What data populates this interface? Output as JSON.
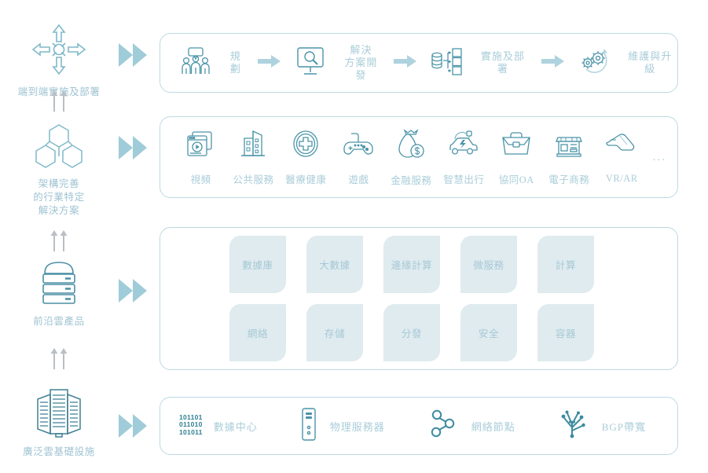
{
  "theme": {
    "line": "#4a94a8",
    "label": "#a9cdd9",
    "panel_border": "#bcd9e2",
    "tile_bg": "#dfebef",
    "chevron": "#9fccd8",
    "binary": "#2f7f93",
    "arrow_gray": "#b9bfc4"
  },
  "rail": {
    "items": [
      {
        "icon": "end-to-end-deployment-icon",
        "label": "端到端實施及部署"
      },
      {
        "icon": "architecture-blocks-icon",
        "label": "架構完善\n的行業特定\n解決方案"
      },
      {
        "icon": "cloud-product-stack-icon",
        "label": "前沿雲產品"
      },
      {
        "icon": "cloud-infrastructure-icon",
        "label": "廣泛雲基礎設施"
      }
    ]
  },
  "row_service": {
    "steps": [
      {
        "icon": "team-discussion-icon",
        "label": "規劃"
      },
      {
        "icon": "monitor-search-icon",
        "label": "解決\n方案開發"
      },
      {
        "icon": "deploy-topology-icon",
        "label": "實施及部署"
      },
      {
        "icon": "gears-refresh-icon",
        "label": "維護與升級"
      }
    ],
    "arrow": "right-arrow-icon"
  },
  "row_industry": {
    "items": [
      {
        "icon": "video-player-icon",
        "label": "視頻"
      },
      {
        "icon": "public-service-icon",
        "label": "公共服務"
      },
      {
        "icon": "medical-health-icon",
        "label": "醫療健康"
      },
      {
        "icon": "gamepad-icon",
        "label": "遊戲"
      },
      {
        "icon": "money-bag-icon",
        "label": "金融服務"
      },
      {
        "icon": "smart-mobility-car-icon",
        "label": "智慧出行"
      },
      {
        "icon": "briefcase-oa-icon",
        "label": "協同OA"
      },
      {
        "icon": "storefront-icon",
        "label": "電子商務"
      },
      {
        "icon": "vr-glasses-icon",
        "label": "VR/AR"
      }
    ],
    "more": "..."
  },
  "row_products": {
    "rows": [
      [
        "數據庫",
        "大數據",
        "邊緣計算",
        "微服務",
        "計算"
      ],
      [
        "網絡",
        "存儲",
        "分發",
        "安全",
        "容器"
      ]
    ]
  },
  "row_infra": {
    "items": [
      {
        "icon": "binary-data-icon",
        "label": "數據中心",
        "binary": [
          "101101",
          "011010",
          "101011"
        ]
      },
      {
        "icon": "physical-server-icon",
        "label": "物理服務器"
      },
      {
        "icon": "network-node-icon",
        "label": "網絡節點"
      },
      {
        "icon": "bgp-bandwidth-icon",
        "label": "BGP帶寬"
      }
    ]
  }
}
